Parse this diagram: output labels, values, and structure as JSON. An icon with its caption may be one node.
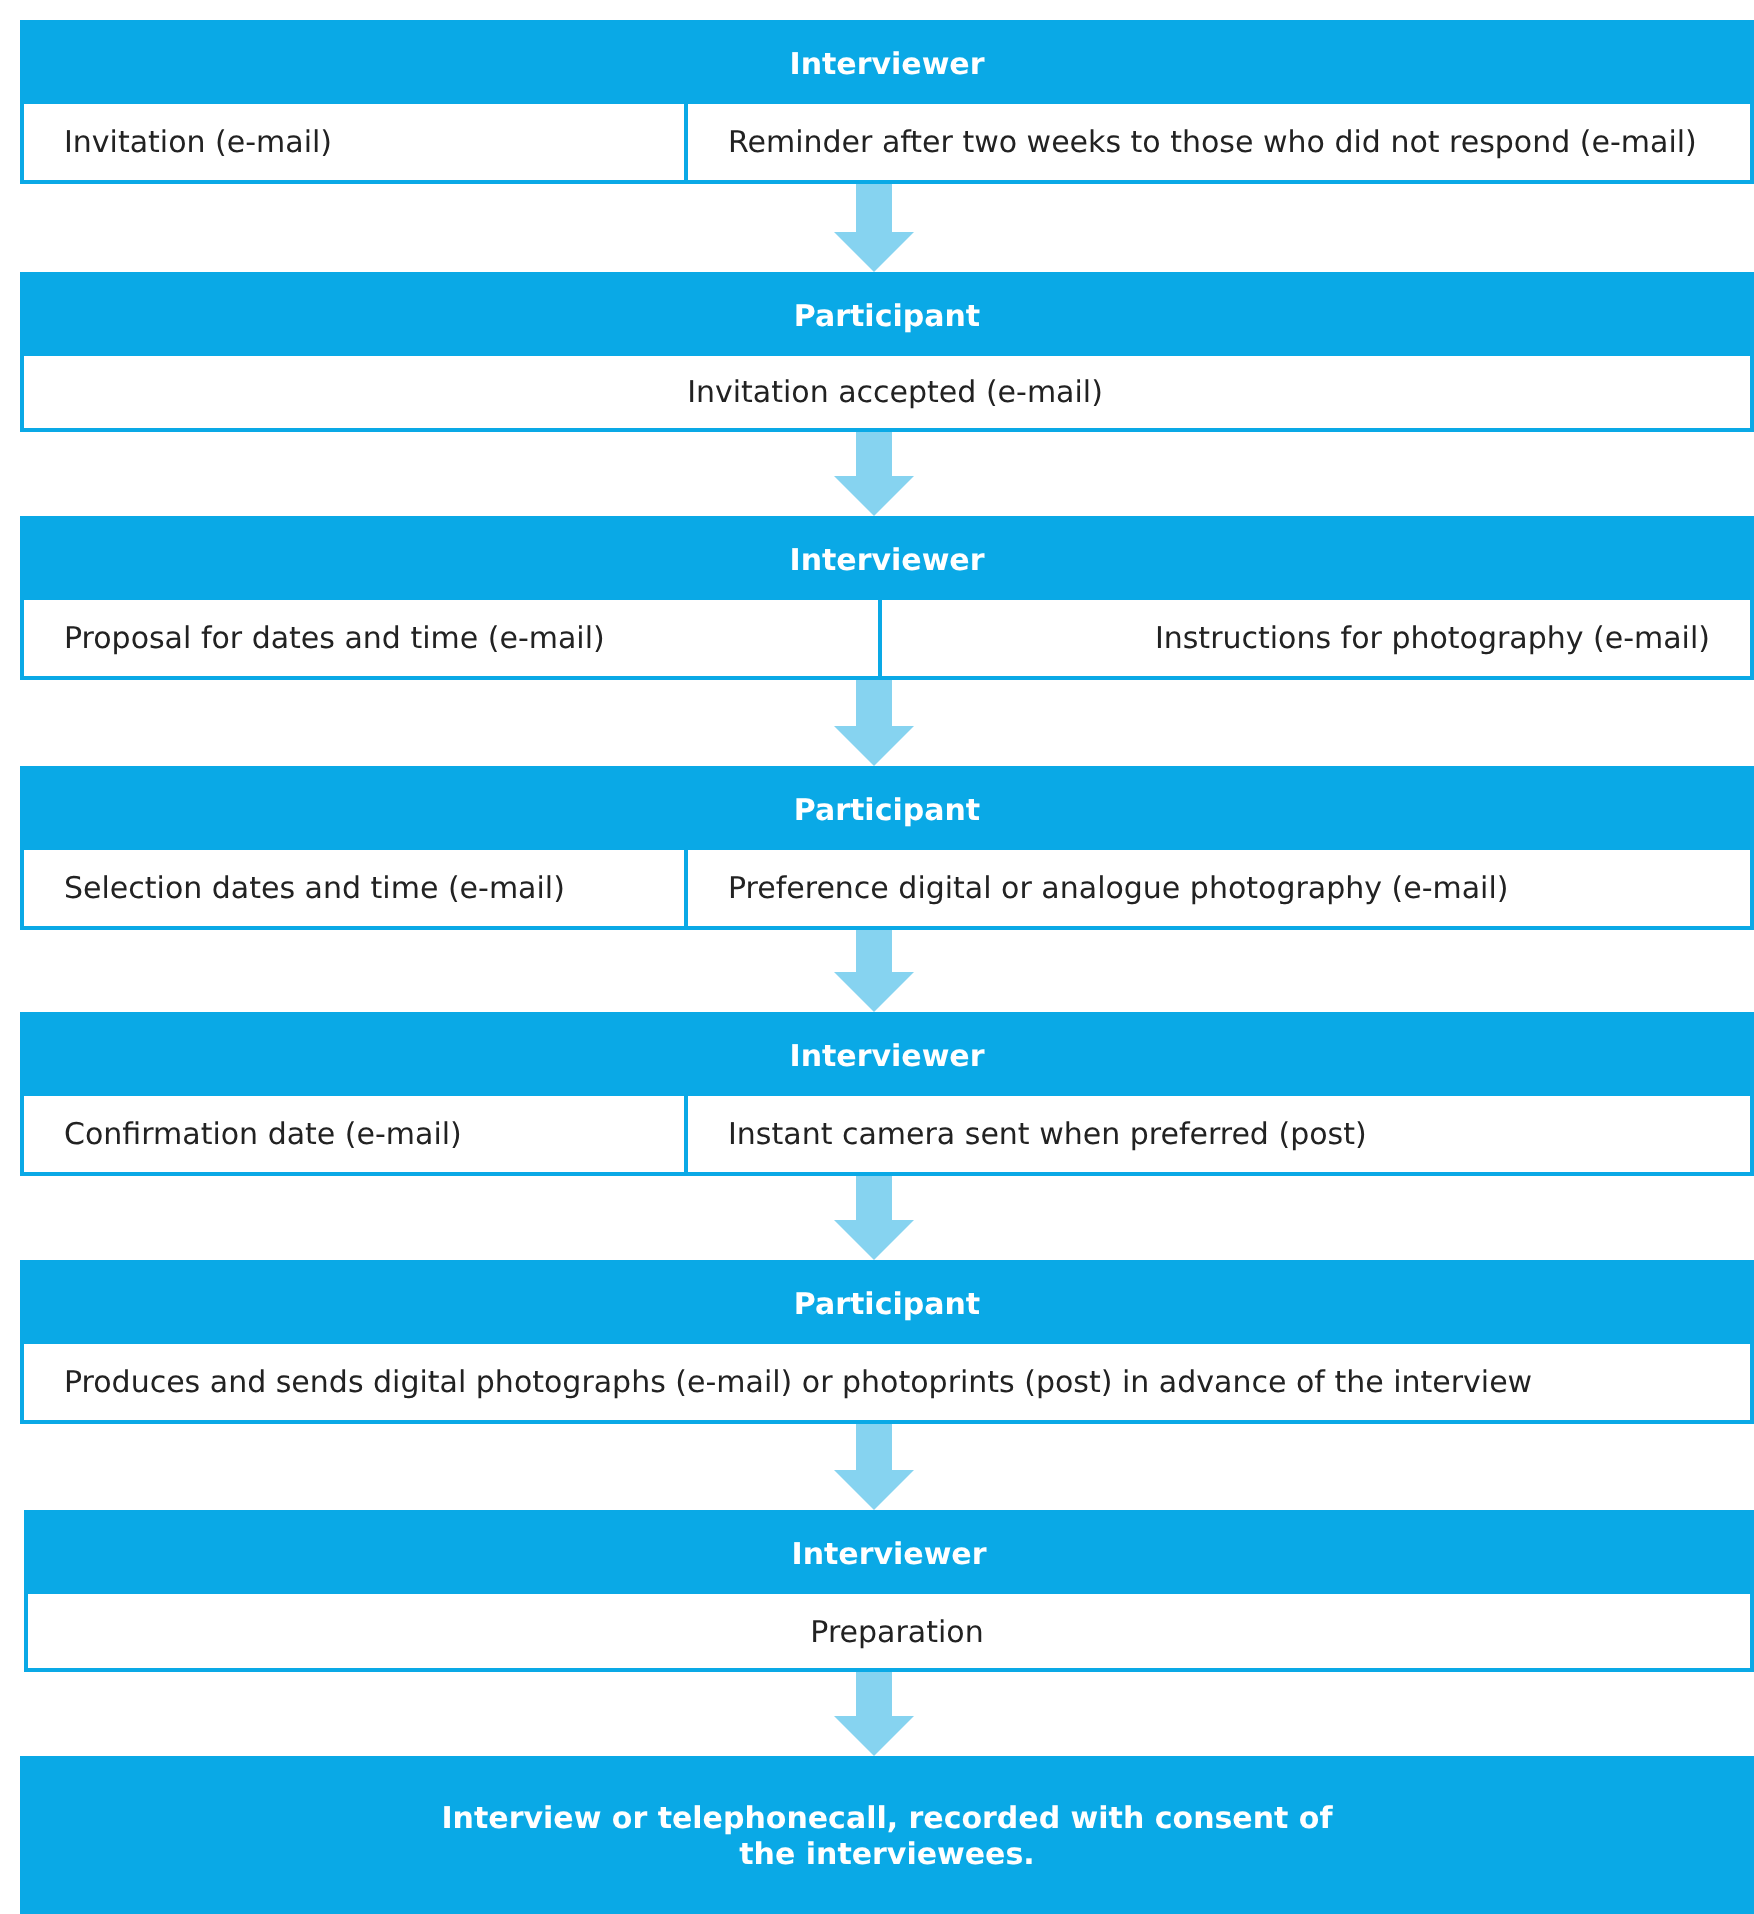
{
  "diagram": {
    "nodes": [
      {
        "text": [
          "Interviewer"
        ]
      },
      {
        "text": [
          "Invitation (e-mail)"
        ],
        "in": 0
      },
      {
        "text": [
          "Reminder after two weeks to those who did not respond (e-mail)"
        ],
        "in": 0
      },
      {
        "text": [
          "Participant"
        ]
      },
      {
        "text": [
          "Invitation accepted (e-mail)"
        ],
        "in": 3
      },
      {
        "text": [
          "Interviewer"
        ]
      },
      {
        "text": [
          "Proposal for dates and time (e-mail)"
        ],
        "in": 5
      },
      {
        "text": [
          "Instructions for photography (e-mail)"
        ],
        "in": 5
      },
      {
        "text": [
          "Participant"
        ]
      },
      {
        "text": [
          "Selection dates and time (e-mail)"
        ],
        "in": 8
      },
      {
        "text": [
          "Preference digital or analogue photography  (e-mail)"
        ],
        "in": 8
      },
      {
        "text": [
          "Interviewer"
        ]
      },
      {
        "text": [
          "Confirmation date (e-mail)"
        ],
        "in": 11
      },
      {
        "text": [
          "Instant camera sent when preferred (post)"
        ],
        "in": 11
      },
      {
        "text": [
          "Participant"
        ]
      },
      {
        "text": [
          "Produces and sends digital photographs (e-mail) or photoprints (post) in advance of the interview"
        ],
        "in": 14
      },
      {
        "text": [
          "Interviewer"
        ]
      },
      {
        "text": [
          "Preparation"
        ],
        "in": 16
      },
      {
        "text": [
          "Interview or telephonecall, recorded with consent of the interviewees."
        ]
      }
    ],
    "edges": [
      {
        "from": 0,
        "to": 3,
        "arrow": "to"
      },
      {
        "from": 3,
        "to": 5,
        "arrow": "to"
      },
      {
        "from": 5,
        "to": 8,
        "arrow": "to"
      },
      {
        "from": 8,
        "to": 11,
        "arrow": "to"
      },
      {
        "from": 11,
        "to": 14,
        "arrow": "to"
      },
      {
        "from": 14,
        "to": 16,
        "arrow": "to"
      },
      {
        "from": 16,
        "to": 18,
        "arrow": "to"
      }
    ]
  }
}
